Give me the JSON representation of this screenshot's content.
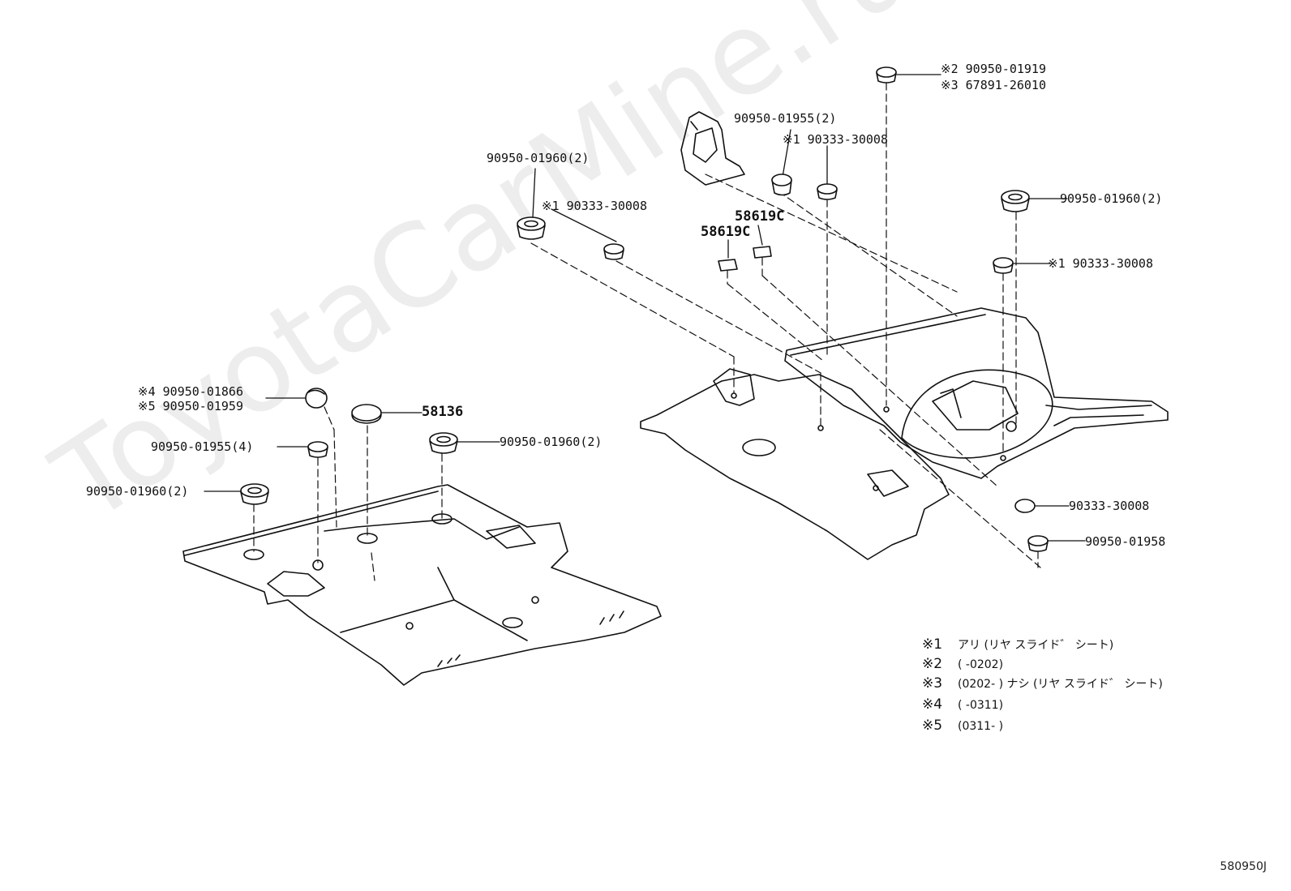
{
  "labels": {
    "top_r1": "※2 90950-01919",
    "top_r2": "※3 67891-26010",
    "top_mid": "90950-01955(2)",
    "top_mid2": "※1 90333-30008",
    "ul_a": "90950-01960(2)",
    "ul_b": "※1 90333-30008",
    "pad1": "58619C",
    "pad2": "58619C",
    "right_a": "90950-01960(2)",
    "right_b": "※1 90333-30008",
    "right_c": "90333-30008",
    "right_d": "90950-01958",
    "left_a1": "※4 90950-01866",
    "left_a2": "※5 90950-01959",
    "plug": "58136",
    "left_b": "90950-01955(4)",
    "left_c": "90950-01960(2)",
    "left_d": "90950-01960(2)"
  },
  "notes": [
    {
      "mark": "※1",
      "text": "アリ (リヤ  スライド゛ シート)"
    },
    {
      "mark": "※2",
      "text": "(        -0202)"
    },
    {
      "mark": "※3",
      "text": "(0202-        ) ナシ (リヤ  スライド゛ シート)"
    },
    {
      "mark": "※4",
      "text": "(        -0311)"
    },
    {
      "mark": "※5",
      "text": "(0311-        )"
    }
  ],
  "watermark": "ToyotaCarMine.ru",
  "diagram_code": "580950J"
}
